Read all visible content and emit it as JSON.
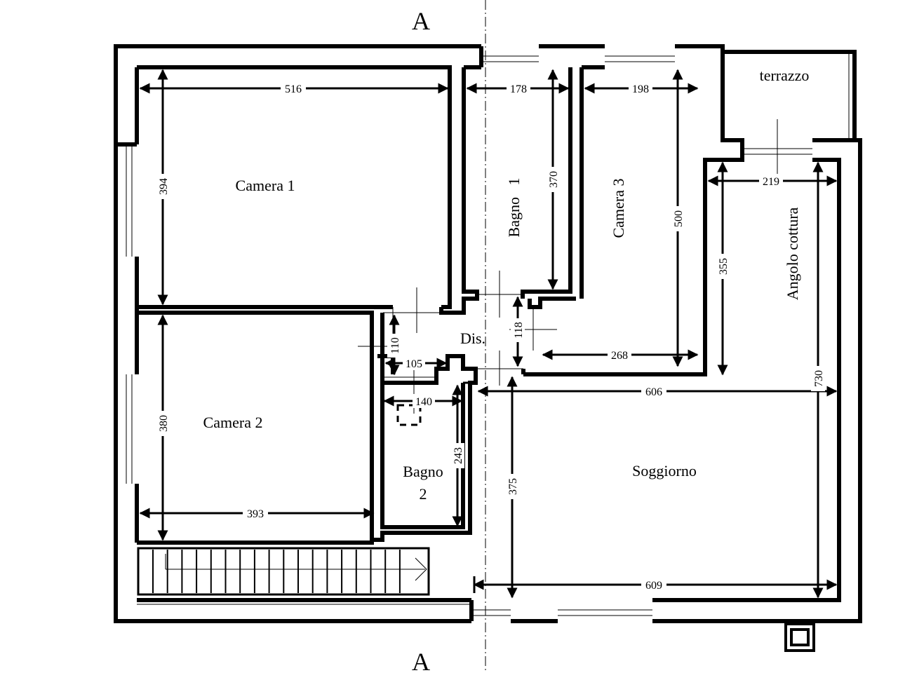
{
  "section_marks": {
    "top": "A",
    "bottom": "A"
  },
  "rooms": {
    "camera1": "Camera 1",
    "camera2": "Camera 2",
    "camera3": "Camera 3",
    "bagno1": "Bagno   1",
    "bagno2_line1": "Bagno",
    "bagno2_line2": "2",
    "dis": "Dis.",
    "soggiorno": "Soggiorno",
    "angolo_cottura": "Angolo cottura",
    "terrazzo": "terrazzo"
  },
  "dimensions": {
    "camera1_width": "516",
    "camera1_height": "394",
    "bagno1_width": "178",
    "bagno1_height": "370",
    "camera3_width": "198",
    "camera3_height": "500",
    "camera3_bottom": "268",
    "angolo_width": "219",
    "angolo_height": "355",
    "total_right": "730",
    "camera2_height": "380",
    "camera2_width": "393",
    "dis_v": "110",
    "dis_h": "105",
    "dis_v2": "118",
    "bagno2_width": "140",
    "bagno2_height": "243",
    "soggiorno_width_top": "606",
    "soggiorno_height": "375",
    "soggiorno_width_bottom": "609"
  }
}
